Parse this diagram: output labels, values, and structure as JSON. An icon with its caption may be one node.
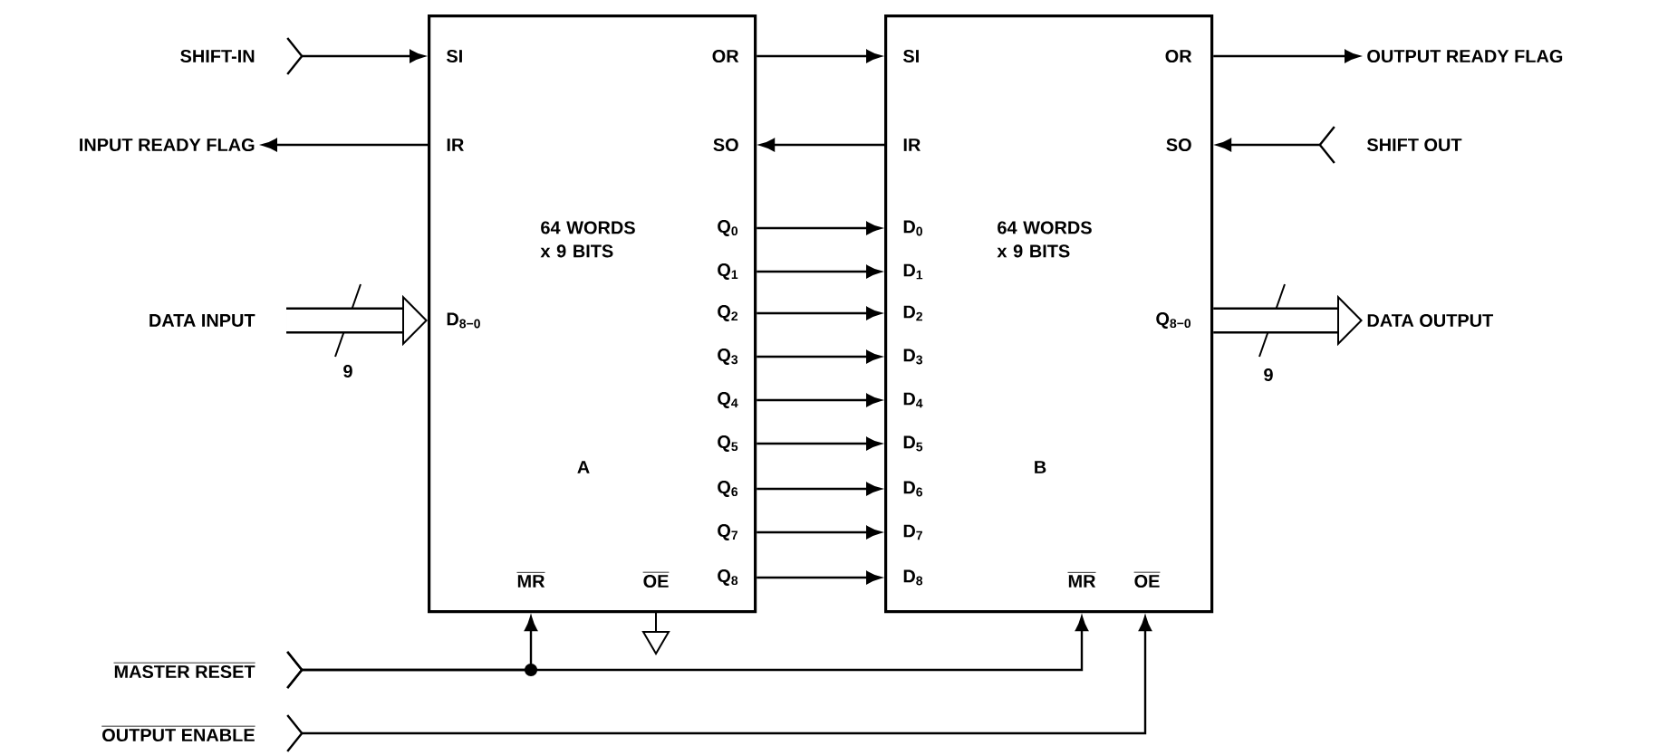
{
  "diagram": {
    "nodes": [
      {
        "text": [
          "64 WORDS x 9 BITS",
          "A"
        ]
      },
      {
        "text": [
          "64 WORDS x 9 BITS",
          "B"
        ]
      },
      {
        "text": [
          "SHIFT-IN"
        ]
      },
      {
        "text": [
          "INPUT READY FLAG"
        ]
      },
      {
        "text": [
          "DATA INPUT"
        ]
      },
      {
        "text": [
          "OUTPUT READY FLAG"
        ]
      },
      {
        "text": [
          "SHIFT OUT"
        ]
      },
      {
        "text": [
          "DATA OUTPUT"
        ]
      },
      {
        "text": [
          "MASTER RESET"
        ]
      },
      {
        "text": [
          "OUTPUT ENABLE"
        ]
      }
    ],
    "edges": [
      {
        "from": 2,
        "to": 0,
        "arrow": "to"
      },
      {
        "from": 0,
        "to": 3,
        "arrow": "to"
      },
      {
        "from": 4,
        "to": 0,
        "arrow": "to",
        "style": "thick",
        "label": "9"
      },
      {
        "from": 0,
        "to": 1,
        "arrow": "to"
      },
      {
        "from": 1,
        "to": 0,
        "arrow": "to"
      },
      {
        "from": 0,
        "to": 1,
        "arrow": "to"
      },
      {
        "from": 0,
        "to": 1,
        "arrow": "to"
      },
      {
        "from": 0,
        "to": 1,
        "arrow": "to"
      },
      {
        "from": 0,
        "to": 1,
        "arrow": "to"
      },
      {
        "from": 0,
        "to": 1,
        "arrow": "to"
      },
      {
        "from": 0,
        "to": 1,
        "arrow": "to"
      },
      {
        "from": 0,
        "to": 1,
        "arrow": "to"
      },
      {
        "from": 0,
        "to": 1,
        "arrow": "to"
      },
      {
        "from": 0,
        "to": 1,
        "arrow": "to"
      },
      {
        "from": 1,
        "to": 5,
        "arrow": "to"
      },
      {
        "from": 6,
        "to": 1,
        "arrow": "to"
      },
      {
        "from": 1,
        "to": 7,
        "arrow": "to",
        "style": "thick",
        "label": "9"
      },
      {
        "from": 8,
        "to": 0,
        "arrow": "to"
      },
      {
        "from": 8,
        "to": 1,
        "arrow": "to"
      },
      {
        "from": 9,
        "to": 1,
        "arrow": "to"
      }
    ],
    "labels": [
      "SI",
      "OR",
      "IR",
      "SO",
      "D$_{8−0}$",
      "Q$_{0}$",
      "Q$_{1}$",
      "Q$_{2}$",
      "Q$_{3}$",
      "Q$_{4}$",
      "Q$_{5}$",
      "Q$_{6}$",
      "Q$_{7}$",
      "MR",
      "OE",
      "Q$_{8}$",
      "SI",
      "OR",
      "IR",
      "SO",
      "D$_{0}$",
      "D$_{1}$",
      "D$_{2}$",
      "D$_{3}$",
      "D$_{4}$",
      "D$_{5}$",
      "D$_{6}$",
      "D$_{7}$",
      "D$_{8}$",
      "Q$_{8−0}$",
      "MR",
      "OE"
    ]
  }
}
